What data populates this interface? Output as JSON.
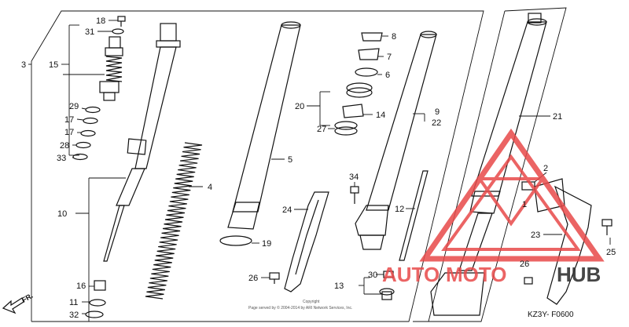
{
  "callouts": {
    "c18": "18",
    "c31": "31",
    "c3": "3",
    "c15": "15",
    "c29": "29",
    "c17a": "17",
    "c17b": "17",
    "c28": "28",
    "c33": "33",
    "c10": "10",
    "c16": "16",
    "c11": "11",
    "c32": "32",
    "c4": "4",
    "c5": "5",
    "c19": "19",
    "c8": "8",
    "c7": "7",
    "c6": "6",
    "c20": "20",
    "c14": "14",
    "c27": "27",
    "c9": "9",
    "c22": "22",
    "c34": "34",
    "c12": "12",
    "c24": "24",
    "c26a": "26",
    "c26b": "26",
    "c13": "13",
    "c30": "30",
    "c21": "21",
    "c2": "2",
    "c1": "1",
    "c23": "23",
    "c25": "25"
  },
  "front_marker": "FR.",
  "diagram_code": "KZ3Y- F0600",
  "copyright": {
    "line1": "Copyright",
    "line2": "Page served by © 2004-2014 by ARI Network Services, Inc."
  },
  "watermark": {
    "part1": "AUTO",
    "part2": "MOTO",
    "part3": "HUB"
  },
  "colors": {
    "watermark_red": "#e84a4a",
    "watermark_dark": "#333333",
    "line": "#111111"
  }
}
